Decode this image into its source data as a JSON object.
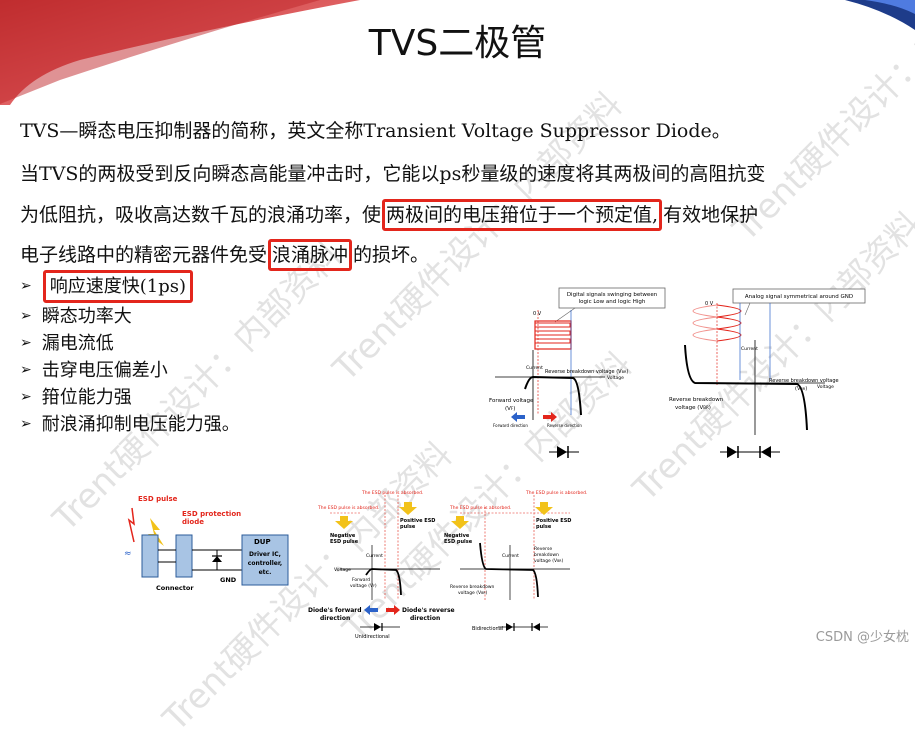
{
  "slide": {
    "title": "TVS二极管",
    "line1": "TVS—瞬态电压抑制器的简称，英文全称Transient Voltage Suppressor Diode。",
    "line2": "当TVS的两极受到反向瞬态高能量冲击时，它能以ps秒量级的速度将其两极间的高阻抗变",
    "line3_pre": "为低阻抗，吸收高达数千瓦的浪涌功率，使",
    "line3_hl": "两极间的电压箝位于一个预定值,",
    "line3_post": "有效地保护",
    "line4_pre": "电子线路中的精密元器件免受",
    "line4_hl": "浪涌脉冲",
    "line4_post": "的损坏。",
    "features": [
      "响应速度快(1ps)",
      "瞬态功率大",
      "漏电流低",
      "击穿电压偏差小",
      "箝位能力强",
      "耐浪涌抑制电压能力强。"
    ]
  },
  "fig_uni": {
    "callout": [
      "Digital signals swinging between",
      "logic Low and logic High"
    ],
    "zero_v": "0 V",
    "current": "Current",
    "voltage": "Voltage",
    "vbr": "Reverse breakdown voltage (V",
    "vbr_sub": "BR",
    "vf1": "Forward voltage",
    "vf2": "(V",
    "vf_sub": "F",
    "fwd_dir": "Forward direction",
    "rev_dir": "Reverse direction"
  },
  "fig_bi": {
    "callout": "Analog signal symmetrical around GND",
    "zero_v": "0 V",
    "current": "Current",
    "voltage": "Voltage",
    "vbr_r1": "Reverse breakdown voltage",
    "vbr_r2": "(V",
    "vbr_left1": "Reverse breakdown",
    "vbr_left2": "voltage (V",
    "sub": "BR"
  },
  "fig_esd": {
    "esd_pulse": "ESD pulse",
    "esd_diode1": "ESD protection",
    "esd_diode2": "diode",
    "dut": "DUP",
    "dut_body": [
      "Driver IC,",
      "controller,",
      "etc."
    ],
    "gnd": "GND",
    "connector": "Connector"
  },
  "fig_abs": {
    "absorbed": "The ESD pulse is absorbed.",
    "neg1": "Negative",
    "neg2": "ESD pulse",
    "pos1": "Positive ESD",
    "pos2": "pulse",
    "current": "Current",
    "voltage": "Voltage",
    "fwd1": "Forward",
    "fwd2": "voltage (V",
    "rev_bd1": "Reverse",
    "rev_bd2": "breakdown",
    "rev_bd3": "voltage (V",
    "rev_bd_b": "Reverse breakdown",
    "rev_bd_b2": "voltage (V",
    "sub_f": "F",
    "sub_br": "BR",
    "fwd_dir1": "Diode's forward",
    "fwd_dir2": "direction",
    "rev_dir1": "Diode's reverse",
    "rev_dir2": "direction",
    "uni": "Unidirectional",
    "bi": "Bidirectional"
  },
  "watermark": [
    "Trent硬件设计：内部资料",
    "Trent硬件设计：内部资料",
    "Trent硬件设计：内部资料",
    "Trent硬件设计：内部资料",
    "Trent硬件设计：内部资料",
    "Trent硬件设计：内部资料"
  ],
  "csdn": "CSDN @少女枕"
}
